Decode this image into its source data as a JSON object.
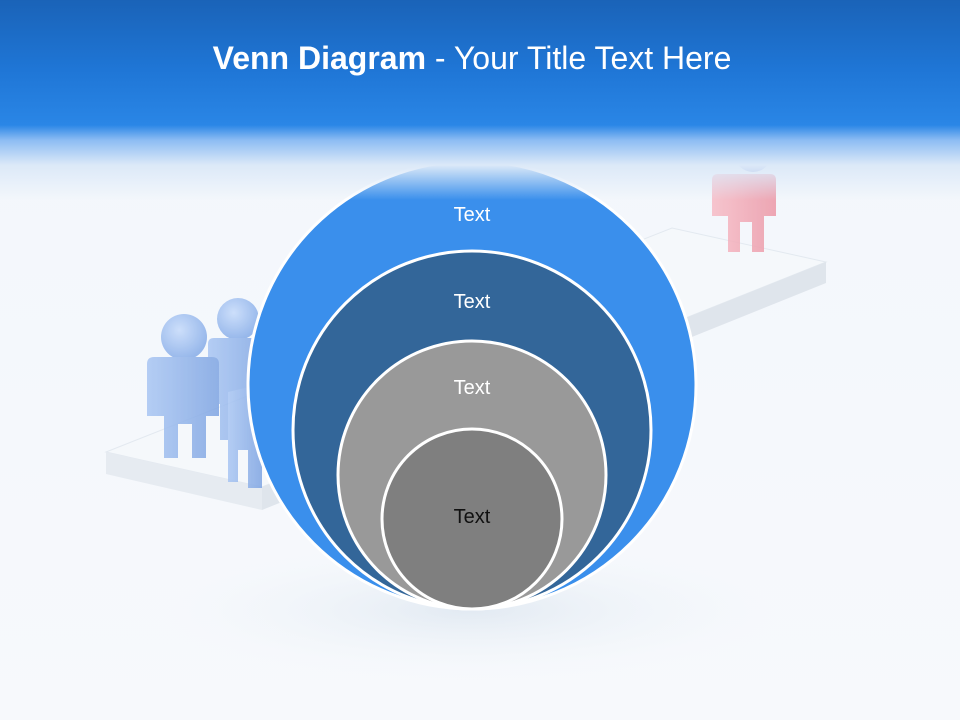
{
  "slide": {
    "title_bold": "Venn Diagram",
    "title_separator": " - ",
    "title_rest": "Your Title Text Here"
  },
  "venn": {
    "layers": [
      {
        "label": "Text",
        "color": "#3a8fec"
      },
      {
        "label": "Text",
        "color": "#336699"
      },
      {
        "label": "Text",
        "color": "#999999"
      },
      {
        "label": "Text",
        "color": "#7f7f7f"
      }
    ]
  },
  "background": {
    "group_figure_color": "#8fb4ea",
    "single_figure_color": "#f4a6b3",
    "single_figure_head_color": "#8fa9e0",
    "header_color": "#1f78d8"
  }
}
